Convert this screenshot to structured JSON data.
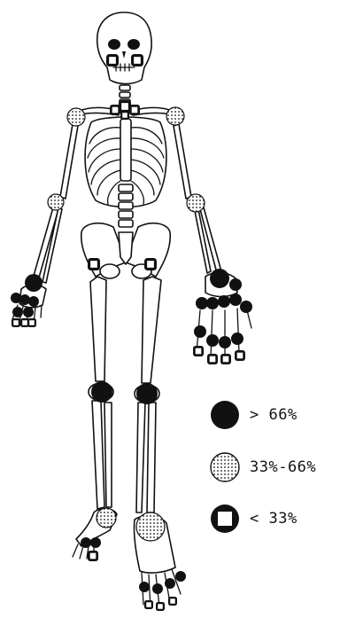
{
  "legend": {
    "items": [
      {
        "label": "> 66%",
        "symbol": "solid"
      },
      {
        "label": "33%-66%",
        "symbol": "dotted"
      },
      {
        "label": "< 33%",
        "symbol": "open-square"
      }
    ]
  },
  "colors": {
    "line": "#111111",
    "background": "#ffffff",
    "fill": "#111111"
  },
  "joint_markers": {
    "solid": [
      "right-wrist",
      "right-mcp-1",
      "right-mcp-2",
      "right-mcp-3",
      "right-pip-1",
      "right-pip-2",
      "left-wrist",
      "left-carpal",
      "left-mcp-1",
      "left-mcp-2",
      "left-mcp-3",
      "left-mcp-4",
      "left-mcp-5",
      "left-pip-1",
      "left-pip-2",
      "left-pip-3",
      "left-pip-4",
      "right-knee",
      "left-knee",
      "right-mtp-1",
      "right-mtp-2",
      "left-mtp-1",
      "left-mtp-2",
      "left-mtp-3",
      "left-mtp-4"
    ],
    "dotted": [
      "right-shoulder",
      "left-shoulder",
      "right-elbow",
      "left-elbow",
      "right-ankle",
      "left-ankle"
    ],
    "open-square": [
      "right-tmj",
      "left-tmj",
      "cervical-spine",
      "right-acromioclavicular",
      "left-acromioclavicular",
      "sternoclavicular",
      "right-hip",
      "left-hip",
      "right-dip-1",
      "right-dip-2",
      "right-dip-3",
      "left-dip-1",
      "left-dip-2",
      "left-dip-3",
      "left-dip-4",
      "right-ip-toe",
      "left-ip-toe-1",
      "left-ip-toe-2",
      "left-ip-toe-3"
    ]
  }
}
